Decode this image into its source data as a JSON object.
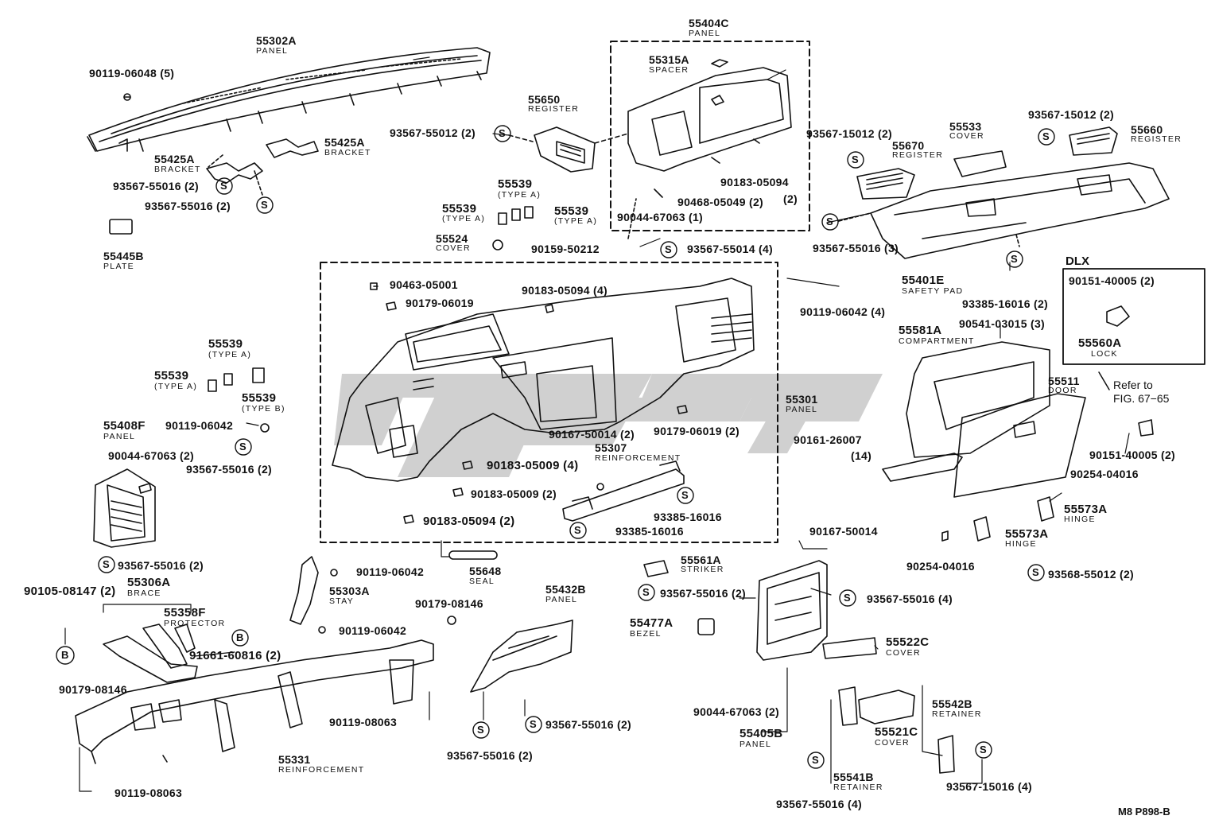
{
  "callouts": {
    "l55302A": "55302A",
    "d55302A": "PANEL",
    "l9011906048": "90119-06048 (5)",
    "l55425A_a": "55425A",
    "d55425A_a": "BRACKET",
    "l55425A_b": "55425A",
    "d55425A_b": "BRACKET",
    "l9356755016_a": "93567-55016 (2)",
    "l9356755016_b": "93567-55016 (2)",
    "l55445B": "55445B",
    "d55445B": "PLATE",
    "l55650": "55650",
    "d55650": "REGISTER",
    "l9356755012": "93567-55012 (2)",
    "l55404C": "55404C",
    "d55404C": "PANEL",
    "l55315A": "55315A",
    "d55315A": "SPACER",
    "l9018305094_top": "90183-05094",
    "l9018305094_top_qty": "(2)",
    "l9046805049": "90468-05049 (2)",
    "l9004467063_top": "90044-67063 (1)",
    "l9356755014": "93567-55014 (4)",
    "l9015950212": "90159-50212",
    "l55539_a": "55539",
    "d55539_a": "(TYPE A)",
    "l55539_b": "55539",
    "d55539_b": "(TYPE A)",
    "l55539_c": "55539",
    "d55539_c": "(TYPE A)",
    "l55524": "55524",
    "d55524": "COVER",
    "l9356715012_a": "93567-15012 (2)",
    "l55670": "55670",
    "d55670": "REGISTER",
    "l55533": "55533",
    "d55533": "COVER",
    "l9356715012_b": "93567-15012 (2)",
    "l55660": "55660",
    "d55660": "REGISTER",
    "l9356755016_c": "93567-55016 (3)",
    "l55401E": "55401E",
    "d55401E": "SAFETY PAD",
    "l9338516016_a": "93385-16016 (2)",
    "l9046305001": "90463-05001",
    "l9017906019_a": "90179-06019",
    "l9018305094_b": "90183-05094 (4)",
    "l9011906042_a": "90119-06042 (4)",
    "l55539_d": "55539",
    "d55539_d": "(TYPE A)",
    "l55539_e": "55539",
    "d55539_e": "(TYPE A)",
    "l55539_f": "55539",
    "d55539_f": "(TYPE B)",
    "l9011906042_b": "90119-06042",
    "l55408F": "55408F",
    "d55408F": "PANEL",
    "l9004467063_b": "90044-67063 (2)",
    "l9356755016_d": "93567-55016 (2)",
    "l9356755016_e": "93567-55016 (2)",
    "l55301": "55301",
    "d55301": "PANEL",
    "l9016750014_a": "90167-50014 (2)",
    "l9017906019_b": "90179-06019 (2)",
    "l55307": "55307",
    "d55307": "REINFORCEMENT",
    "l9018305009_a": "90183-05009 (4)",
    "l9018305009_b": "90183-05009 (2)",
    "l9018305094_c": "90183-05094 (2)",
    "l9338516016_b": "93385-16016",
    "l9338516016_c": "93385-16016",
    "l55581A": "55581A",
    "d55581A": "COMPARTMENT",
    "l9054103015": "90541-03015 (3)",
    "l55511": "55511",
    "d55511": "DOOR",
    "l9016126007": "90161-26007",
    "l9016126007_qty": "(14)",
    "dlx_title": "DLX",
    "l9015140005_a": "90151-40005 (2)",
    "l55560A": "55560A",
    "d55560A": "LOCK",
    "refer_1": "Refer to",
    "refer_2": "FIG. 67−65",
    "l9015140005_b": "90151-40005 (2)",
    "l9025404016_a": "90254-04016",
    "l55573A_a": "55573A",
    "d55573A_a": "HINGE",
    "l55573A_b": "55573A",
    "d55573A_b": "HINGE",
    "l9025404016_b": "90254-04016",
    "l9356855012": "93568-55012 (2)",
    "l55648": "55648",
    "d55648": "SEAL",
    "l55561A": "55561A",
    "d55561A": "STRIKER",
    "l9356755016_f": "93567-55016 (2)",
    "l9016750014_b": "90167-50014",
    "l9356755016_g": "93567-55016 (4)",
    "l9010508147": "90105-08147 (2)",
    "l55306A": "55306A",
    "d55306A": "BRACE",
    "l55358F": "55358F",
    "d55358F": "PROTECTOR",
    "l9166160816": "91661-60816 (2)",
    "l9011906042_c": "90119-06042",
    "l55303A": "55303A",
    "d55303A": "STAY",
    "l9011906042_d": "90119-06042",
    "l9017908146_a": "90179-08146",
    "l55432B": "55432B",
    "d55432B": "PANEL",
    "l55477A": "55477A",
    "d55477A": "BEZEL",
    "l55522C": "55522C",
    "d55522C": "COVER",
    "l9017908146_b": "90179-08146",
    "l9011908063_a": "90119-08063",
    "l9356755016_h": "93567-55016 (2)",
    "l9356755016_i": "93567-55016 (2)",
    "l55331": "55331",
    "d55331": "REINFORCEMENT",
    "l9004467063_c": "90044-67063 (2)",
    "l55405B": "55405B",
    "d55405B": "PANEL",
    "l55521C": "55521C",
    "d55521C": "COVER",
    "l55542B": "55542B",
    "d55542B": "RETAINER",
    "l55541B": "55541B",
    "d55541B": "RETAINER",
    "l9356715016": "93567-15016 (4)",
    "l9356755016_j": "93567-55016 (4)",
    "l9011908063_b": "90119-08063"
  },
  "symbols": {
    "s": "S",
    "b": "B"
  },
  "footer_code": "M8 P898-B",
  "colors": {
    "ink": "#111111",
    "watermark": "#c8c8c8",
    "paper": "#ffffff"
  }
}
